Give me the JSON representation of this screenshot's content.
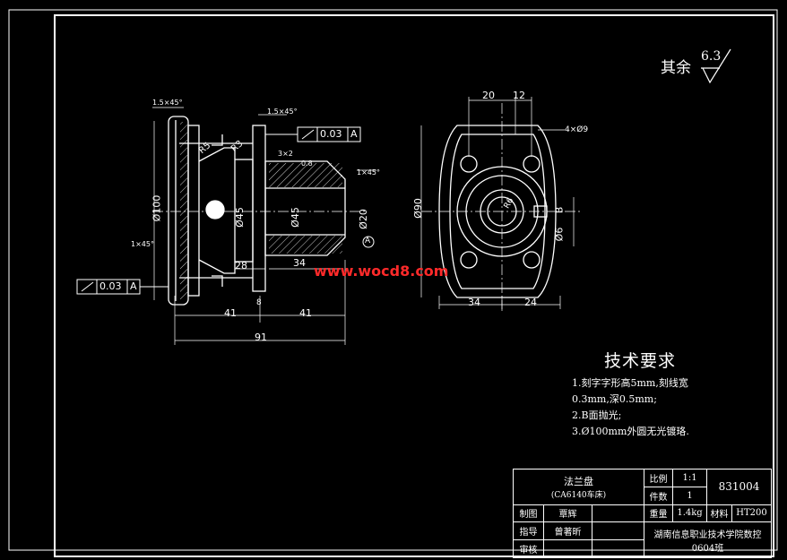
{
  "roughness": {
    "text": "其余",
    "value": "6.3"
  },
  "watermark": "www.wocd8.com",
  "left_view": {
    "dims": {
      "chamfer_top": "1.5×45°",
      "chamfer_mid": "1.5×45°",
      "chamfer_left": "1×45°",
      "chamfer_right": "1×45°",
      "r5": "R5",
      "r3": "R3",
      "d3x2": "3×2",
      "dia100": "Ø100",
      "dia45": "Ø45",
      "dia45b": "Ø45",
      "dia20": "Ø20",
      "d28": "28",
      "d34": "34",
      "d41a": "41",
      "d41b": "41",
      "d91": "91",
      "d8": "8",
      "ra": "0.8",
      "datum_a": "A"
    },
    "tol_top": {
      "value": "0.03",
      "datum": "A"
    },
    "tol_left": {
      "value": "0.03",
      "datum": "A"
    }
  },
  "right_view": {
    "dims": {
      "d20": "20",
      "d12": "12",
      "holes": "4×Ø9",
      "dia90": "Ø90",
      "d34": "34",
      "d24": "24",
      "r6": "R6",
      "dia6": "Ø6",
      "b": "B"
    }
  },
  "tech_req": {
    "title": "技术要求",
    "lines": [
      "1.刻字字形高5mm,刻线宽",
      "0.3mm,深0.5mm;",
      "2.B面抛光;",
      "3.Ø100mm外圆无光镀珞."
    ]
  },
  "title_block": {
    "part_name": "法兰盘",
    "subtitle": "(CA6140车床)",
    "scale_label": "比例",
    "scale": "1:1",
    "qty_label": "件数",
    "qty": "1",
    "drawing_no": "831004",
    "drawn_label": "制图",
    "drawn_by": "覃辉",
    "weight_label": "重量",
    "weight": "1.4kg",
    "material_label": "材料",
    "material": "HT200",
    "guide_label": "指导",
    "guide_by": "曾著昕",
    "school": "湖南信息职业技术学院数控",
    "review_label": "审核",
    "class": "0604班"
  }
}
